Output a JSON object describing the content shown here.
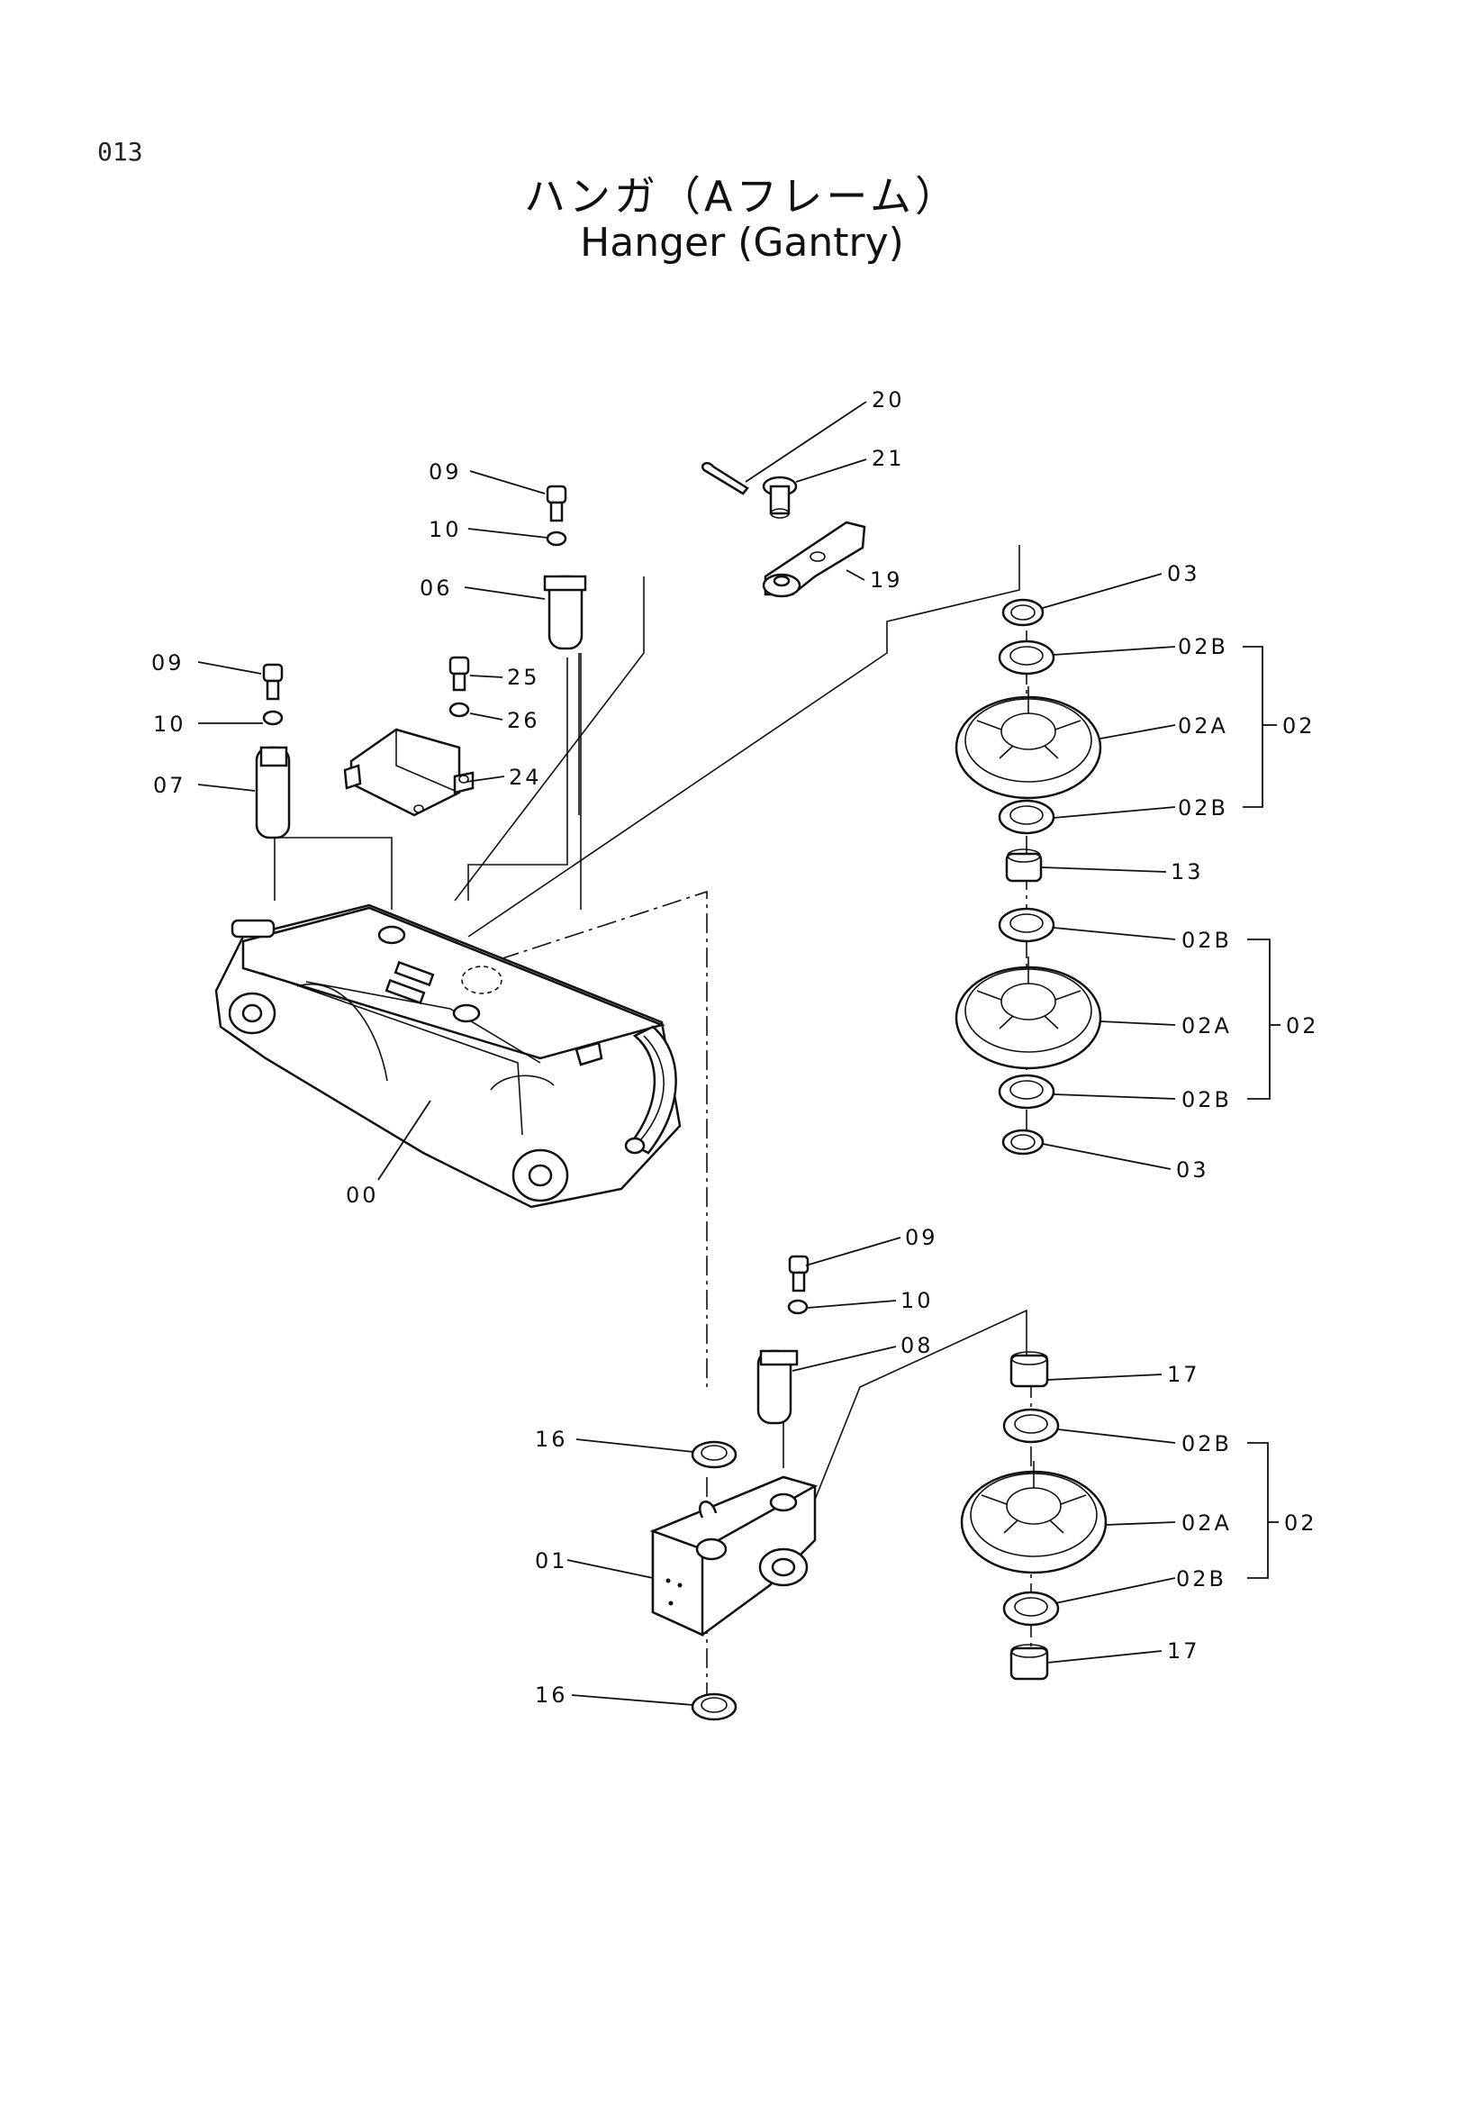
{
  "page": {
    "number": "013"
  },
  "title": {
    "japanese": "ハンガ（Aフレーム）",
    "english": "Hanger (Gantry)"
  },
  "labels": {
    "p00": "00",
    "p01": "01",
    "p02": "02",
    "p02A": "02A",
    "p02B": "02B",
    "p03": "03",
    "p06": "06",
    "p07": "07",
    "p08": "08",
    "p09": "09",
    "p10": "10",
    "p13": "13",
    "p16": "16",
    "p17": "17",
    "p19": "19",
    "p20": "20",
    "p21": "21",
    "p24": "24",
    "p25": "25",
    "p26": "26"
  }
}
